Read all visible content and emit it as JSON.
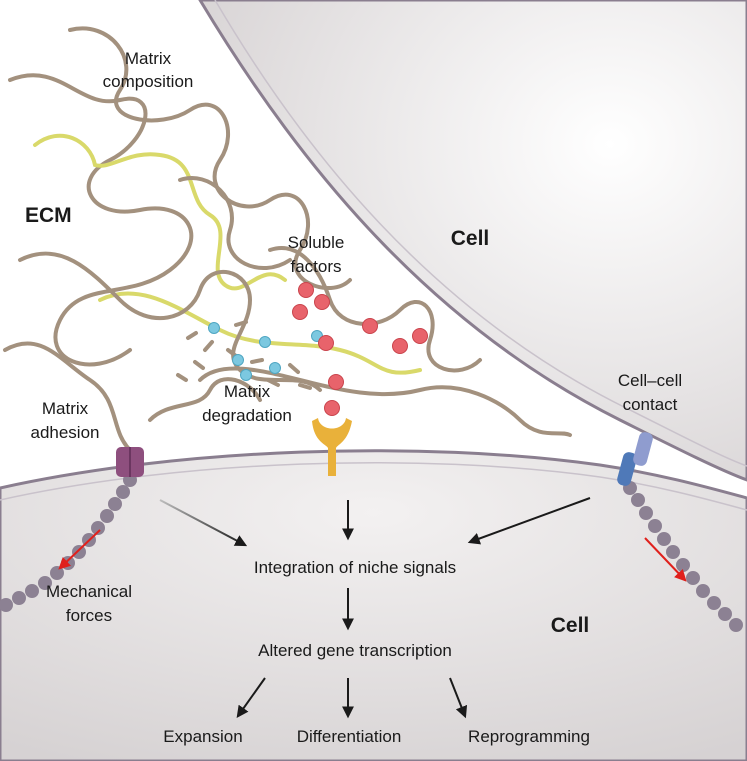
{
  "labels": {
    "matrix_composition_1": "Matrix",
    "matrix_composition_2": "composition",
    "ecm": "ECM",
    "cell_top": "Cell",
    "soluble_1": "Soluble",
    "soluble_2": "factors",
    "matrix_degradation_1": "Matrix",
    "matrix_degradation_2": "degradation",
    "matrix_adhesion_1": "Matrix",
    "matrix_adhesion_2": "adhesion",
    "cell_contact_1": "Cell–cell",
    "cell_contact_2": "contact",
    "mechanical_1": "Mechanical",
    "mechanical_2": "forces",
    "cell_bottom": "Cell",
    "integration": "Integration of niche signals",
    "altered": "Altered gene transcription",
    "expansion": "Expansion",
    "differentiation": "Differentiation",
    "reprogramming": "Reprogramming"
  },
  "colors": {
    "cell_fill": "#e9e6e6",
    "membrane": "#8a7e8f",
    "fiber": "#a3917e",
    "fiber_yellow": "#d9d96a",
    "soluble_factor": "#e8636b",
    "degradation_bead": "#7cc8e0",
    "adhesion_receptor": "#8e4f7e",
    "soluble_receptor": "#e9b13a",
    "contact_receptor": "#4f79b8",
    "cytoskeleton": "#8c8193",
    "arrow": "#1a1a1a",
    "force_arrow": "#e0201c"
  }
}
